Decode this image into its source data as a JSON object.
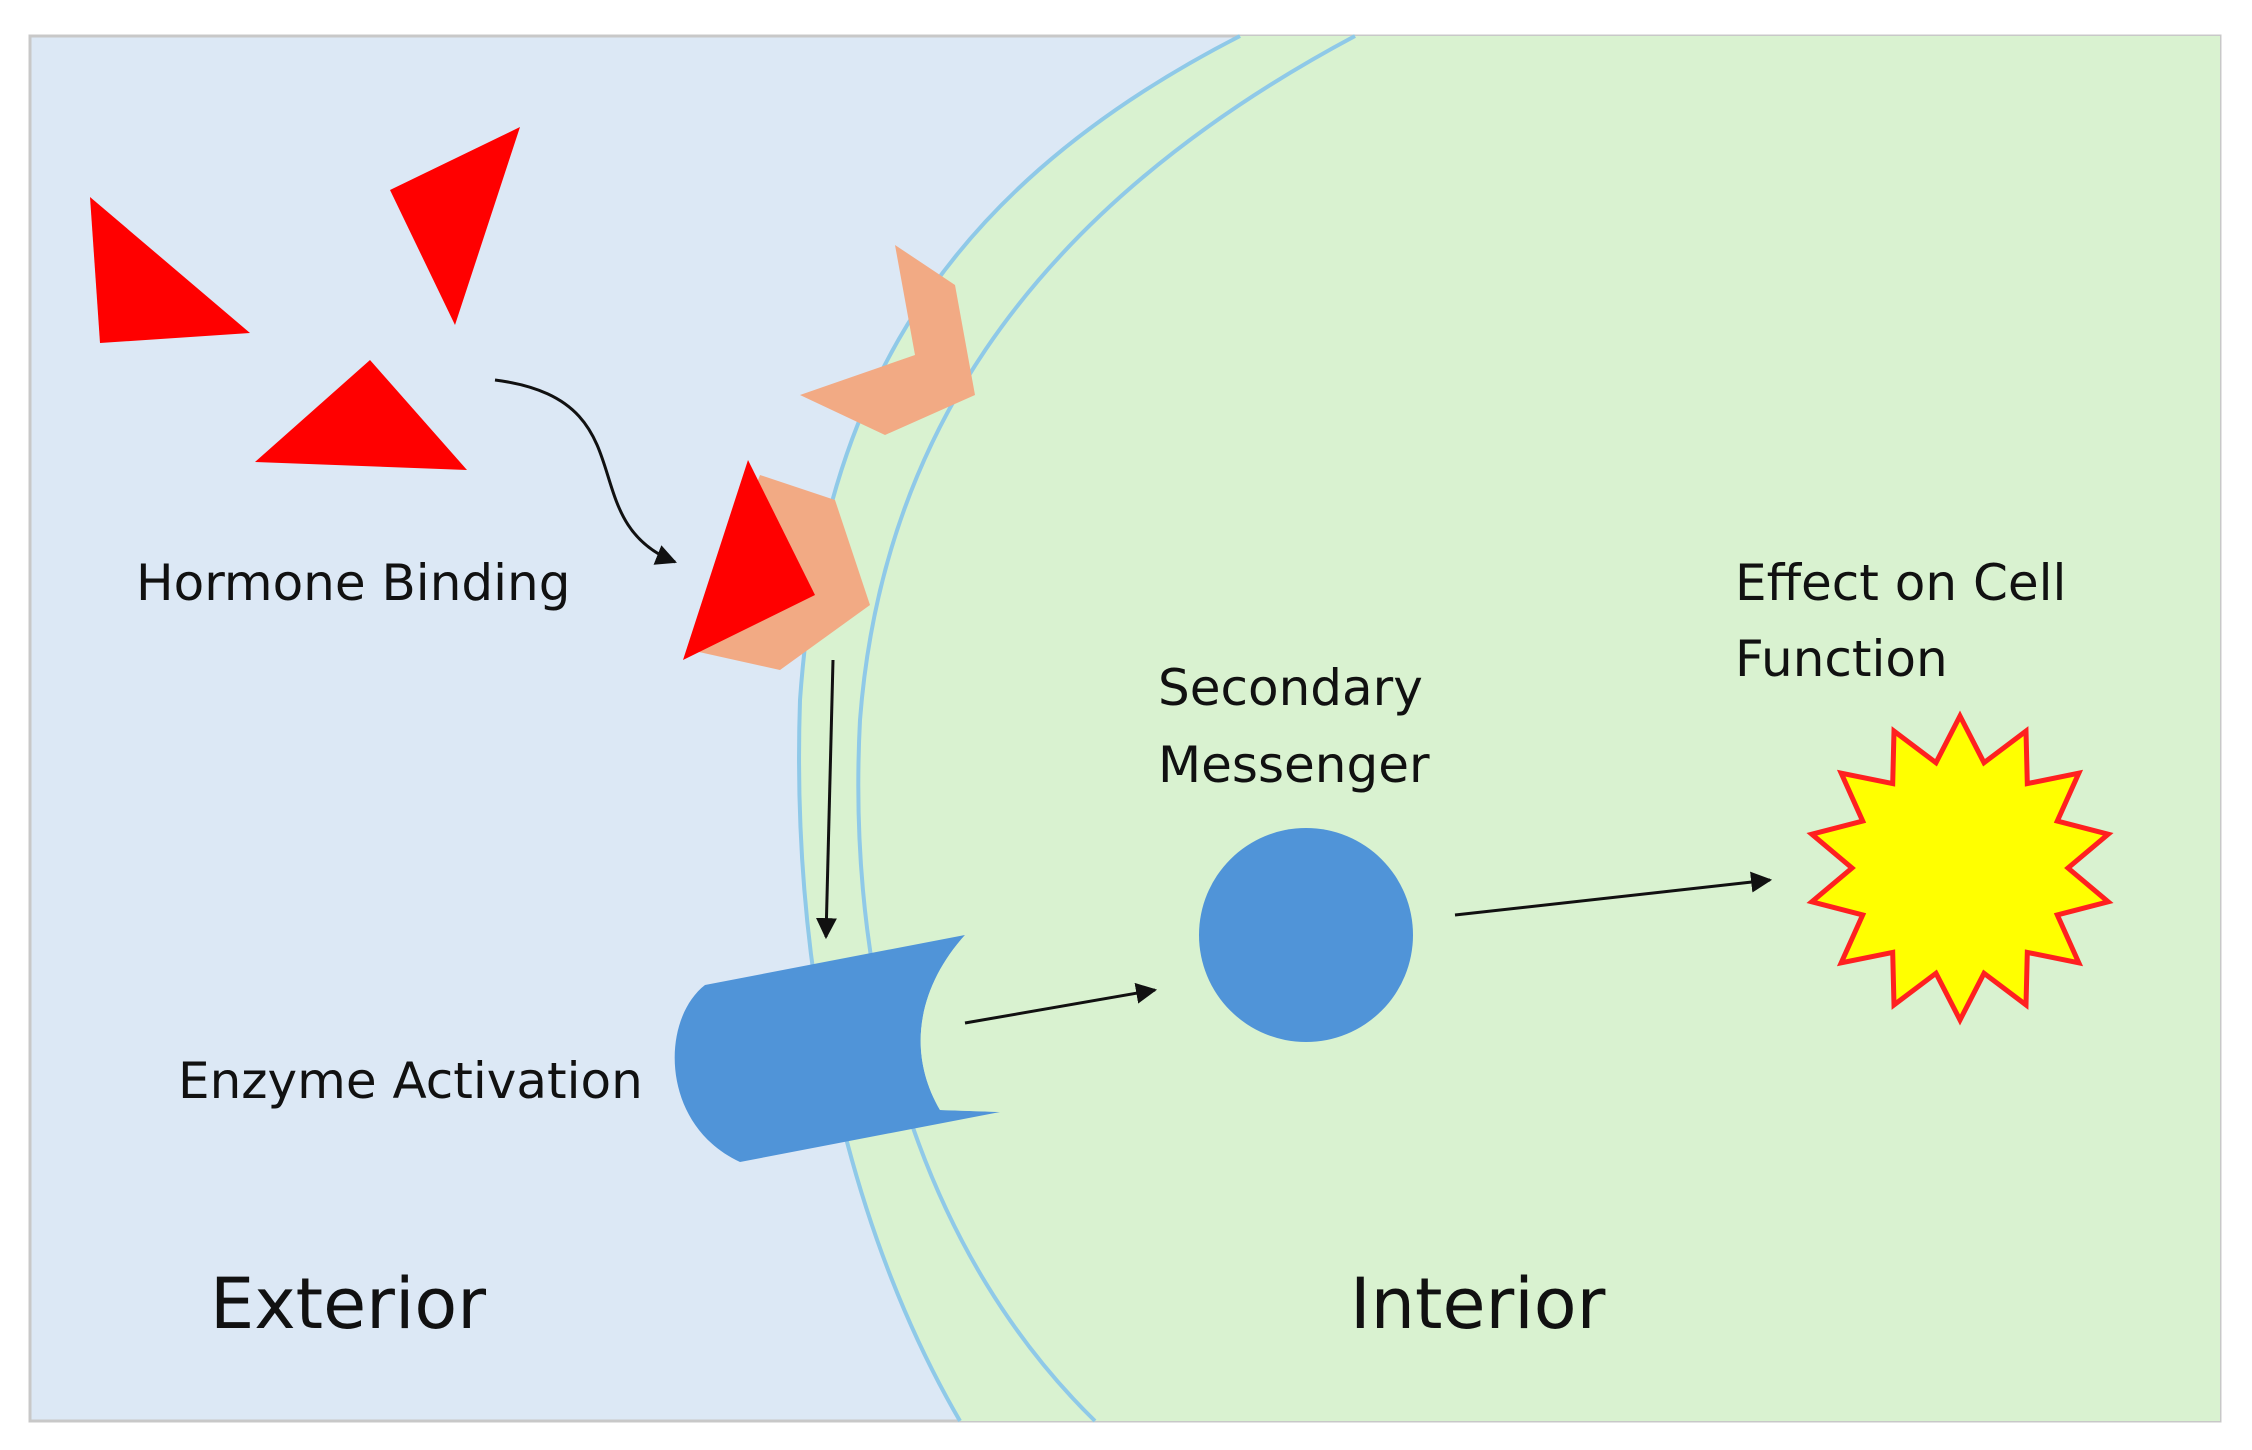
{
  "labels": {
    "hormone_binding": "Hormone Binding",
    "enzyme_activation": "Enzyme Activation",
    "secondary_messenger_line1": "Secondary",
    "secondary_messenger_line2": "Messenger",
    "effect_line1": "Effect on Cell",
    "effect_line2": "Function",
    "exterior": "Exterior",
    "interior": "Interior"
  },
  "colors": {
    "exterior_bg": "#dce8f5",
    "interior_bg": "#d9f2d0",
    "membrane_line": "#8fc9e8",
    "hormone": "#ff0000",
    "receptor": "#f2aa84",
    "enzyme": "#5094d8",
    "messenger": "#5094d8",
    "effect_fill": "#ffff00",
    "effect_stroke": "#ff2020",
    "arrow": "#111111"
  },
  "icons": {
    "hormone": "red-triangle",
    "receptor": "chevron-receptor",
    "enzyme": "cylinder-channel",
    "messenger": "circle",
    "effect": "starburst"
  }
}
